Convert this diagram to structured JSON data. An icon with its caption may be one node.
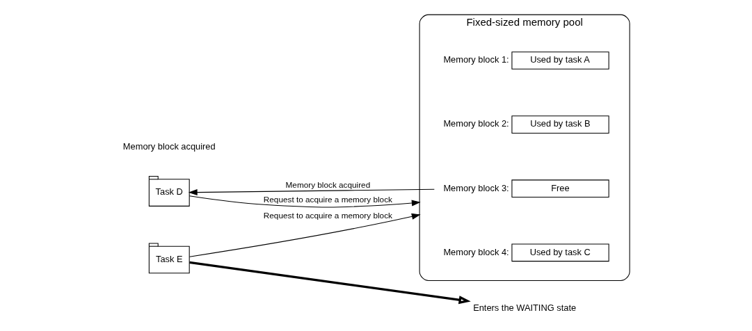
{
  "diagram": {
    "nodes": [
      {
        "text": [
          "Fixed-sized memory pool"
        ]
      },
      {
        "text": [
          "Used by task A"
        ],
        "in": 0,
        "beside": [
          "Memory block 1:"
        ]
      },
      {
        "text": [
          "Used by task B"
        ],
        "in": 0,
        "beside": [
          "Memory block 2:"
        ]
      },
      {
        "text": [
          "Free"
        ],
        "in": 0,
        "beside": [
          "Memory block 3:"
        ]
      },
      {
        "text": [
          "Used by task C"
        ],
        "in": 0,
        "beside": [
          "Memory block 4:"
        ]
      },
      {
        "text": [
          "Task D"
        ]
      },
      {
        "text": [
          "Task E"
        ]
      },
      {
        "text": [
          "Enters the WAITING state"
        ]
      }
    ],
    "edges": [
      {
        "from": 5,
        "to": 0,
        "arrow": "to",
        "label": "Request to acquire a memory block"
      },
      {
        "from": 3,
        "to": 5,
        "arrow": "to",
        "label": "Memory block acquired"
      },
      {
        "from": 6,
        "to": 0,
        "arrow": "to",
        "label": "Request to acquire a memory block"
      },
      {
        "from": 6,
        "to": 7,
        "arrow": "to",
        "style": "thick"
      }
    ],
    "labels": [
      "Memory block acquired"
    ]
  }
}
